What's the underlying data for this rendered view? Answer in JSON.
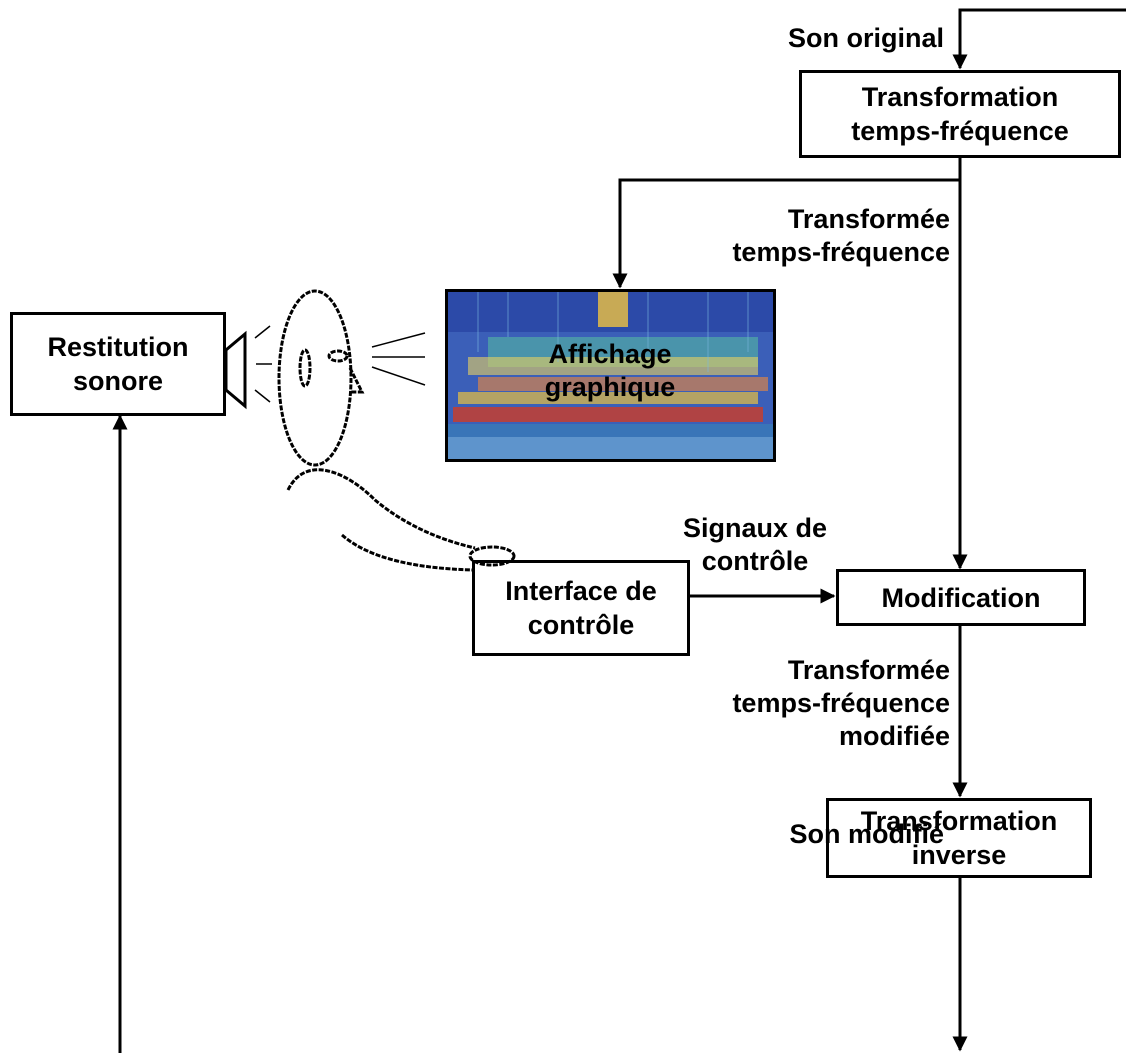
{
  "labels": {
    "son_original": "Son original",
    "transformee_tf": "Transformée\ntemps-fréquence",
    "signaux_controle": "Signaux de\ncontrôle",
    "transformee_tf_modifiee": "Transformée\ntemps-fréquence\nmodifiée",
    "son_modifie": "Son modifié"
  },
  "boxes": {
    "transformation_tf": "Transformation\ntemps-fréquence",
    "restitution_sonore": "Restitution\nsonore",
    "affichage_graphique": "Affichage\ngraphique",
    "interface_controle": "Interface de\ncontrôle",
    "modification": "Modification",
    "transformation_inverse": "Transformation\ninverse"
  },
  "colors": {
    "line": "#000000",
    "spectrogram_background": "#3b5fb8",
    "spectrogram_accent_hot": "#d83a1e",
    "spectrogram_accent_warm": "#f0c240",
    "spectrogram_accent_mid": "#58c0a0"
  }
}
